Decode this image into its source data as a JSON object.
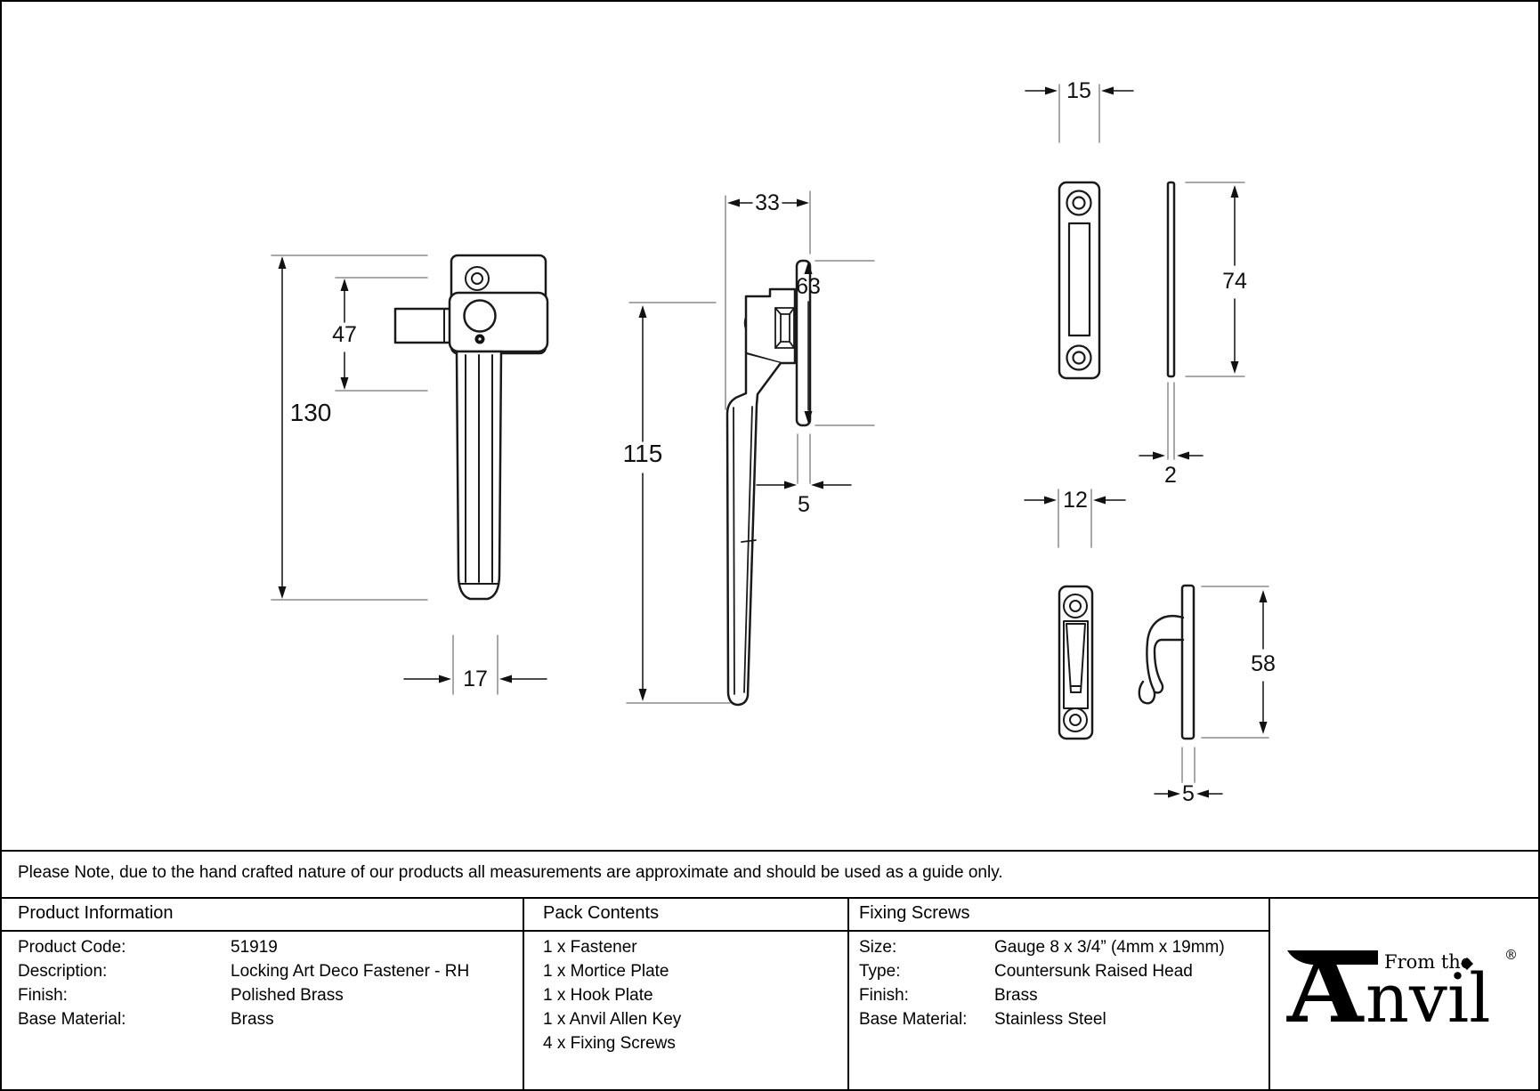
{
  "note": {
    "text": "Please Note, due to the hand crafted nature of our products all measurements are approximate and should be used as a guide only."
  },
  "table": {
    "product_information": {
      "header": "Product Information",
      "rows": [
        {
          "label": "Product Code:",
          "value": "51919"
        },
        {
          "label": "Description:",
          "value": "Locking Art Deco Fastener - RH"
        },
        {
          "label": "Finish:",
          "value": "Polished Brass"
        },
        {
          "label": "Base Material:",
          "value": "Brass"
        }
      ]
    },
    "pack_contents": {
      "header": "Pack Contents",
      "items": [
        "1 x Fastener",
        "1 x Mortice Plate",
        "1 x Hook Plate",
        "1 x Anvil Allen Key",
        "4 x Fixing Screws"
      ]
    },
    "fixing_screws": {
      "header": "Fixing Screws",
      "rows": [
        {
          "label": "Size:",
          "value": "Gauge 8 x 3/4” (4mm x 19mm)"
        },
        {
          "label": "Type:",
          "value": "Countersunk Raised Head"
        },
        {
          "label": "Finish:",
          "value": "Brass"
        },
        {
          "label": "Base Material:",
          "value": "Stainless Steel"
        }
      ]
    }
  },
  "logo": {
    "prefix": "From the",
    "rest": "nvil",
    "registered": "®"
  },
  "drawings": {
    "fastener_front": {
      "dims": {
        "height": "130",
        "upper": "47",
        "width": "17"
      }
    },
    "fastener_side": {
      "dims": {
        "depth": "33",
        "height": "115",
        "plate_height": "63",
        "plate_thickness": "5"
      }
    },
    "mortice_plate": {
      "dims": {
        "width": "15",
        "height": "74",
        "thickness": "2"
      }
    },
    "hook_plate": {
      "dims": {
        "width": "12",
        "height": "58",
        "thickness": "5"
      }
    }
  }
}
